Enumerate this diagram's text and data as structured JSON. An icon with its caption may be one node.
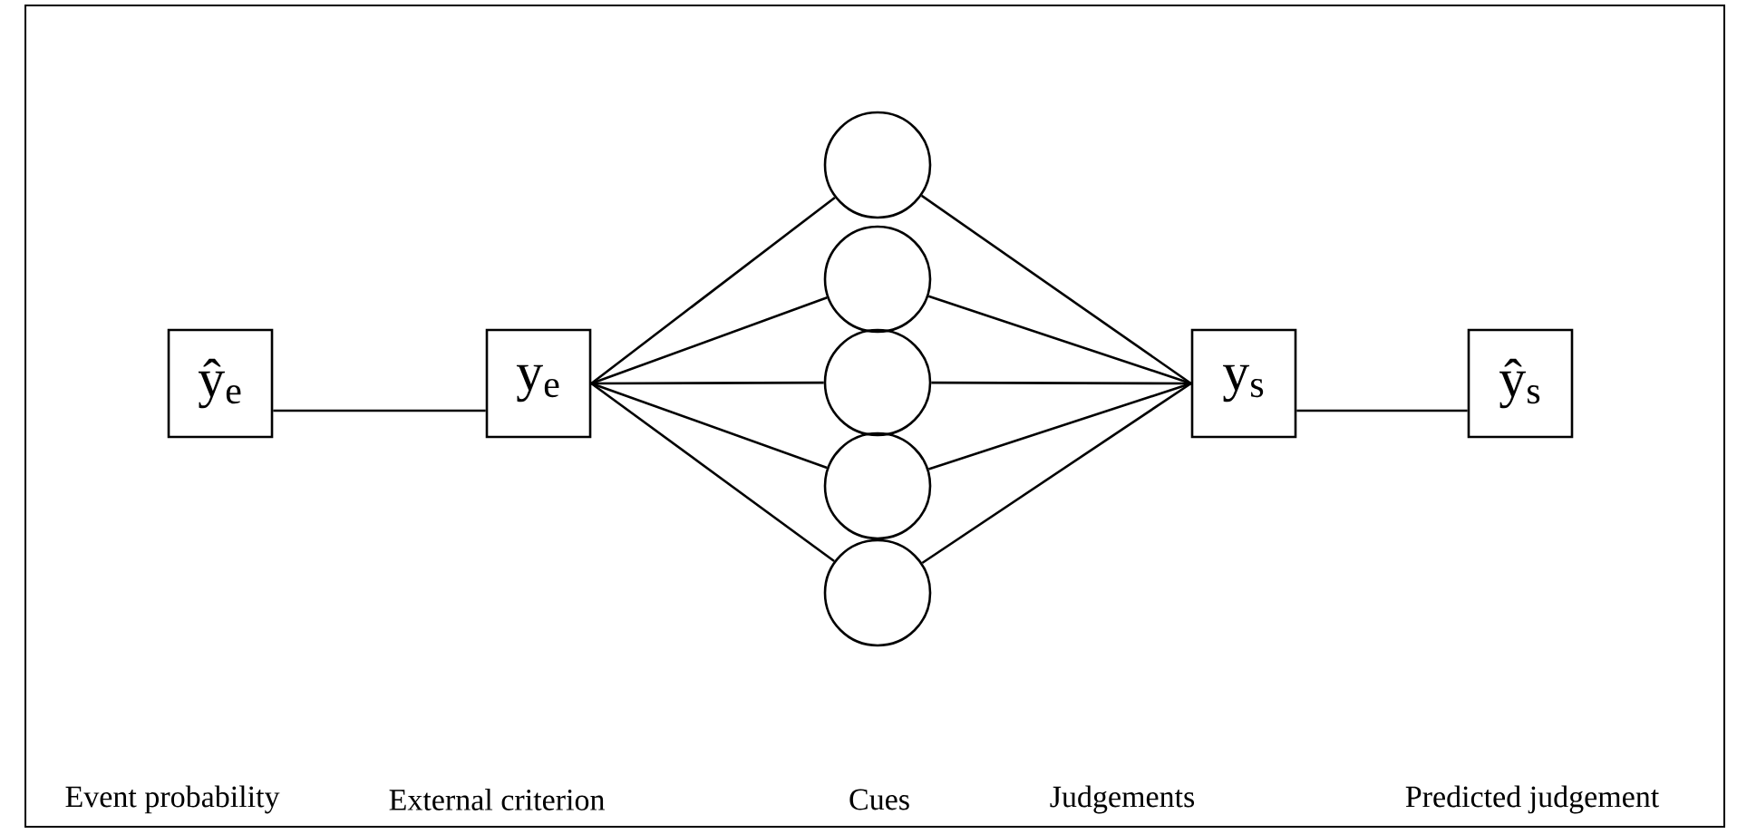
{
  "diagram": {
    "nodes": [
      {
        "text": [
          "ŷ$_{e}$"
        ]
      },
      {
        "text": [
          "y$_{e}$"
        ]
      },
      {
        "text": [],
        "shape": "circle"
      },
      {
        "text": [],
        "shape": "circle"
      },
      {
        "text": [],
        "shape": "circle"
      },
      {
        "text": [],
        "shape": "circle"
      },
      {
        "text": [],
        "shape": "circle"
      },
      {
        "text": [
          "y$_{s}$"
        ]
      },
      {
        "text": [
          "ŷ$_{s}$"
        ]
      }
    ],
    "edges": [
      {
        "from": 0,
        "to": 1,
        "arrow": "none"
      },
      {
        "from": 1,
        "to": 2,
        "arrow": "none"
      },
      {
        "from": 1,
        "to": 3,
        "arrow": "none"
      },
      {
        "from": 1,
        "to": 4,
        "arrow": "none"
      },
      {
        "from": 1,
        "to": 5,
        "arrow": "none"
      },
      {
        "from": 1,
        "to": 6,
        "arrow": "none"
      },
      {
        "from": 2,
        "to": 7,
        "arrow": "none"
      },
      {
        "from": 3,
        "to": 7,
        "arrow": "none"
      },
      {
        "from": 4,
        "to": 7,
        "arrow": "none"
      },
      {
        "from": 5,
        "to": 7,
        "arrow": "none"
      },
      {
        "from": 6,
        "to": 7,
        "arrow": "none"
      },
      {
        "from": 7,
        "to": 8,
        "arrow": "none"
      }
    ],
    "labels": [
      "Event probability",
      "External criterion",
      "Cues",
      "Judgements",
      "Predicted judgement"
    ]
  }
}
